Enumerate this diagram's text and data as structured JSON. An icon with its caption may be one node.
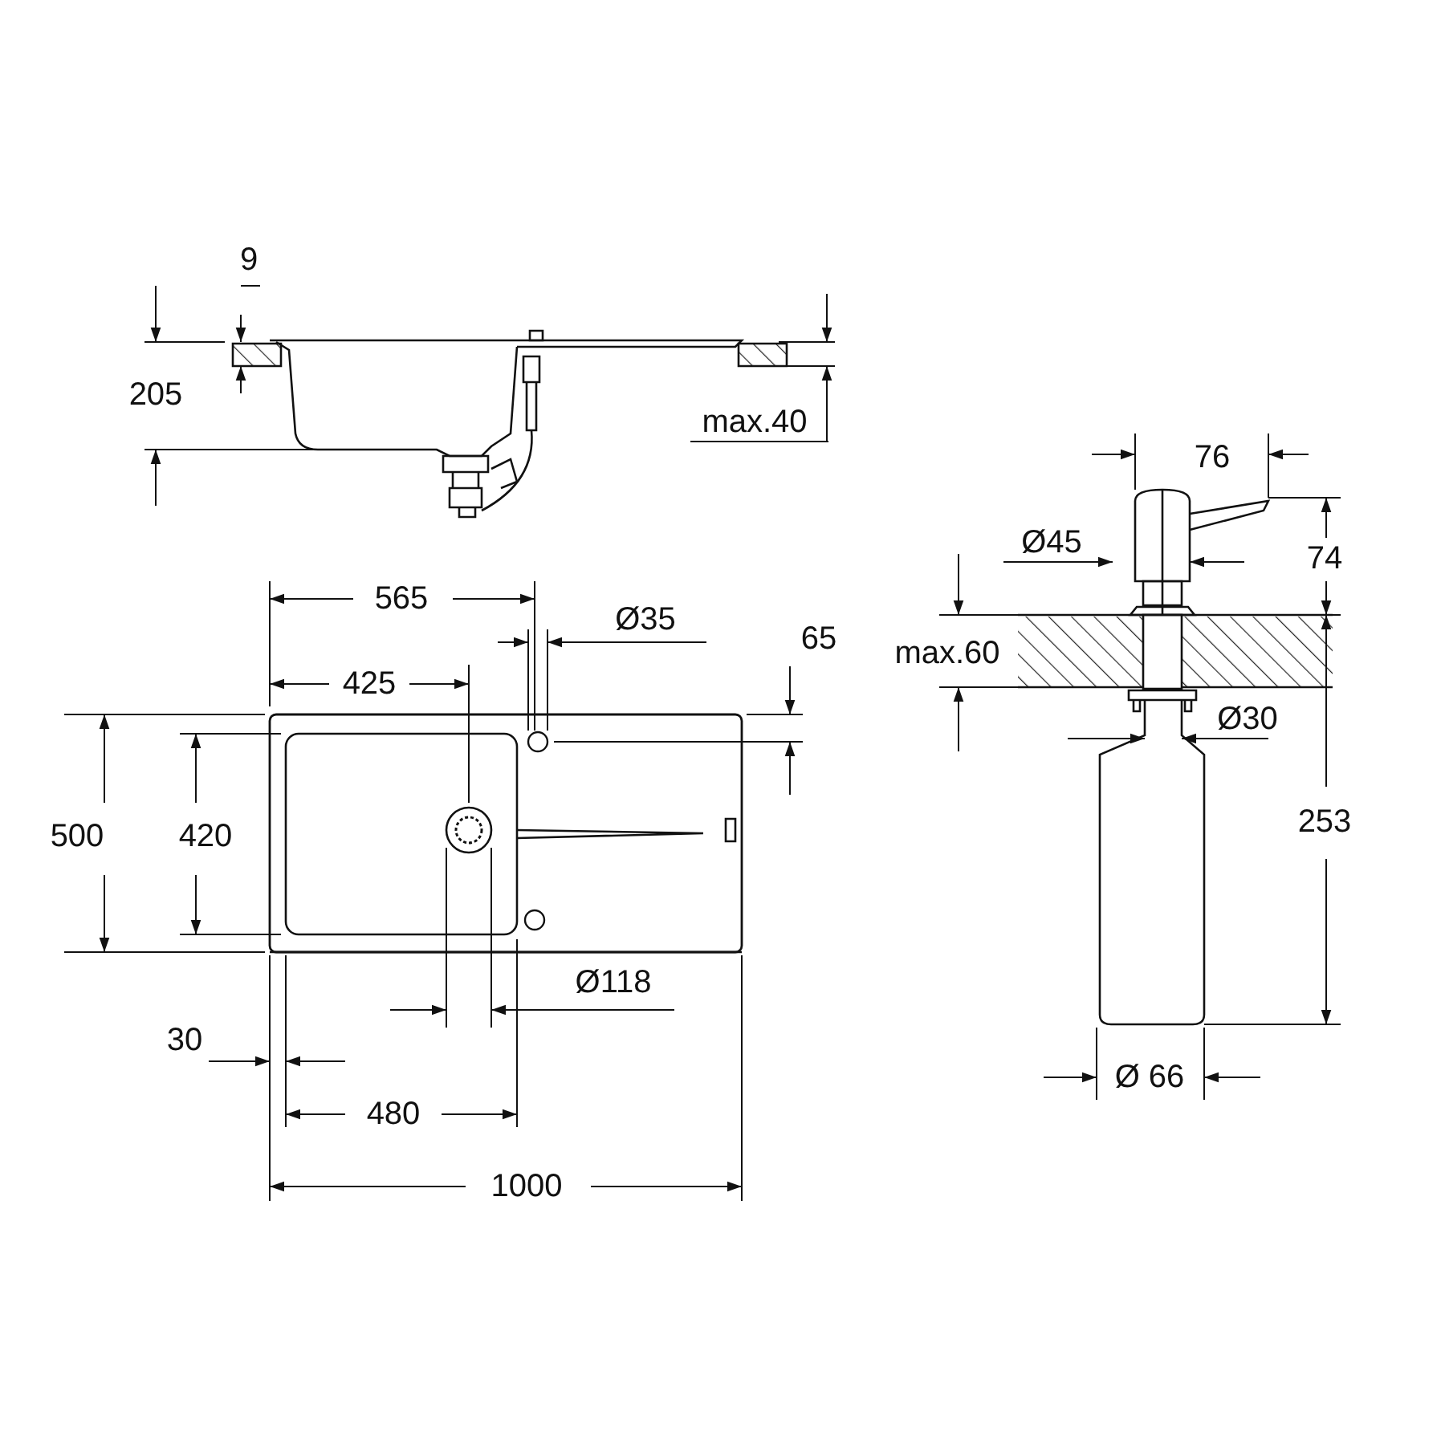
{
  "diagram": {
    "labels": [
      "9",
      "205",
      "max.40",
      "76",
      "565",
      "Ø35",
      "Ø45",
      "74",
      "65",
      "max.60",
      "425",
      "Ø30",
      "500",
      "420",
      "253",
      "Ø118",
      "30",
      "Ø 66",
      "480",
      "1000"
    ]
  }
}
